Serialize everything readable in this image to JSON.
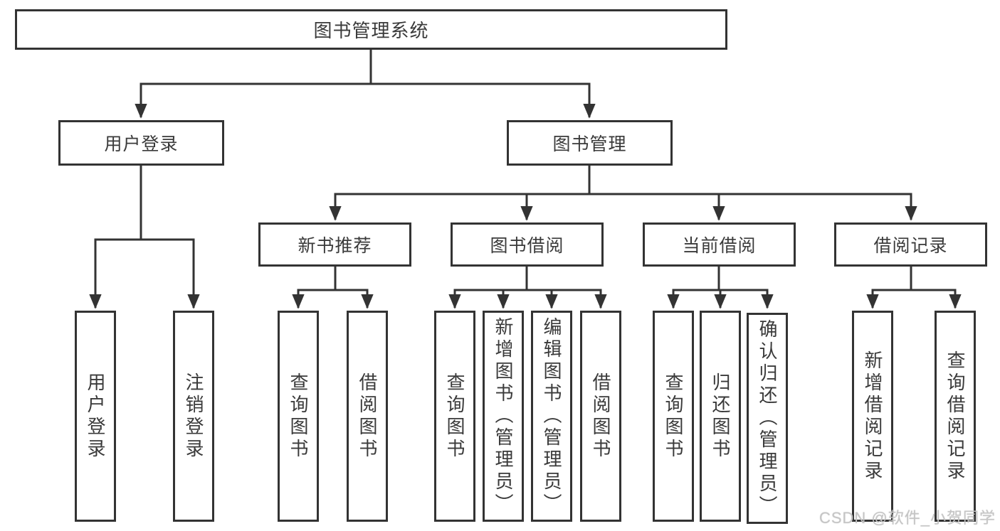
{
  "tree": {
    "root": {
      "label": "图书管理系统"
    },
    "branches": [
      {
        "label": "用户登录",
        "children": [
          {
            "label": "用户登录"
          },
          {
            "label": "注销登录"
          }
        ]
      },
      {
        "label": "图书管理",
        "children": [
          {
            "label": "新书推荐",
            "children": [
              {
                "label": "查询图书"
              },
              {
                "label": "借阅图书"
              }
            ]
          },
          {
            "label": "图书借阅",
            "children": [
              {
                "label": "查询图书"
              },
              {
                "label": "新增图书（管理员）"
              },
              {
                "label": "编辑图书（管理员）"
              },
              {
                "label": "借阅图书"
              }
            ]
          },
          {
            "label": "当前借阅",
            "children": [
              {
                "label": "查询图书"
              },
              {
                "label": "归还图书"
              },
              {
                "label": "确认归还（管理员）"
              }
            ]
          },
          {
            "label": "借阅记录",
            "children": [
              {
                "label": "新增借阅记录"
              },
              {
                "label": "查询借阅记录"
              }
            ]
          }
        ]
      }
    ]
  },
  "watermark": "CSDN @软件_小贺同学",
  "colors": {
    "line": "#333333",
    "text": "#3a3a3a",
    "background": "#ffffff",
    "watermark": "#c5c5c5"
  }
}
